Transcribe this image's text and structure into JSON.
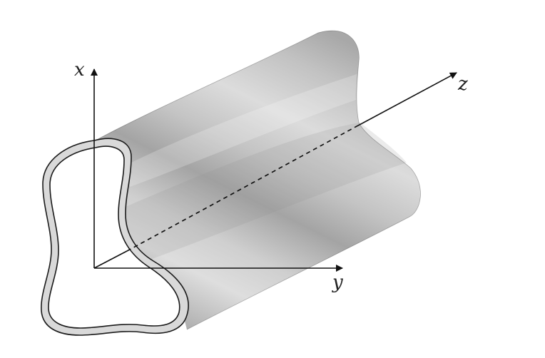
{
  "figure": {
    "axes": {
      "x_label": "x",
      "y_label": "y",
      "z_label": "z"
    },
    "colors": {
      "shell_light": "#e6e6e6",
      "shell_mid": "#c8c8c8",
      "shell_dark": "#9c9c9c",
      "edge": "#222222",
      "axis": "#111111",
      "background": "#ffffff"
    }
  }
}
